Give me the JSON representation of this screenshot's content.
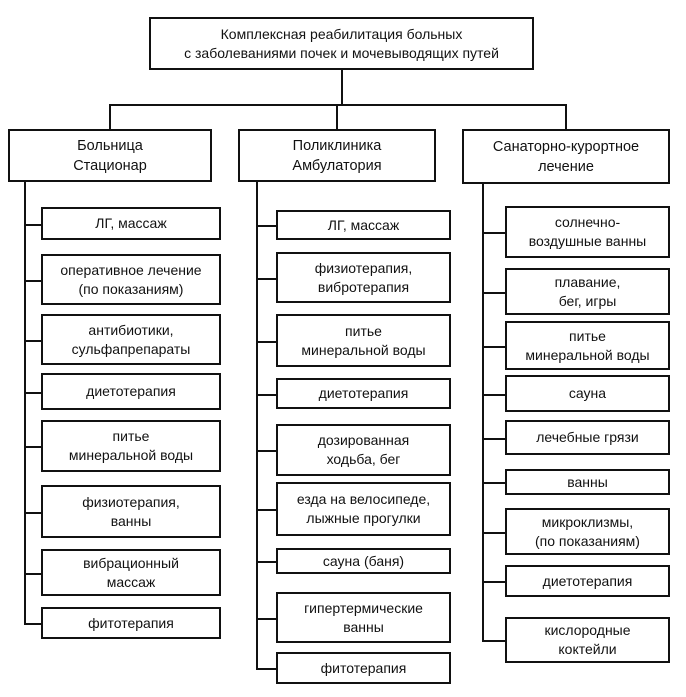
{
  "root": {
    "lines": [
      "Комплексная реабилитация больных",
      "с заболеваниями почек и мочевыводящих путей"
    ]
  },
  "columns": [
    {
      "header": [
        "Больница",
        "Стационар"
      ],
      "items": [
        [
          "ЛГ, массаж"
        ],
        [
          "оперативное лечение",
          "(по показаниям)"
        ],
        [
          "антибиотики,",
          "сульфапрепараты"
        ],
        [
          "диетотерапия"
        ],
        [
          "питье",
          "минеральной воды"
        ],
        [
          "физиотерапия,",
          "ванны"
        ],
        [
          "вибрационный",
          "массаж"
        ],
        [
          "фитотерапия"
        ]
      ]
    },
    {
      "header": [
        "Поликлиника",
        "Амбулатория"
      ],
      "items": [
        [
          "ЛГ, массаж"
        ],
        [
          "физиотерапия,",
          "вибротерапия"
        ],
        [
          "питье",
          "минеральной воды"
        ],
        [
          "диетотерапия"
        ],
        [
          "дозированная",
          "ходьба, бег"
        ],
        [
          "езда на велосипеде,",
          "лыжные прогулки"
        ],
        [
          "сауна (баня)"
        ],
        [
          "гипертермические",
          "ванны"
        ],
        [
          "фитотерапия"
        ]
      ]
    },
    {
      "header": [
        "Санаторно-курортное",
        "лечение"
      ],
      "items": [
        [
          "солнечно-",
          "воздушные ванны"
        ],
        [
          "плавание,",
          "бег, игры"
        ],
        [
          "питье",
          "минеральной воды"
        ],
        [
          "сауна"
        ],
        [
          "лечебные грязи"
        ],
        [
          "ванны"
        ],
        [
          "микроклизмы,",
          "(по показаниям)"
        ],
        [
          "диетотерапия"
        ],
        [
          "кислородные",
          "коктейли"
        ]
      ]
    }
  ]
}
